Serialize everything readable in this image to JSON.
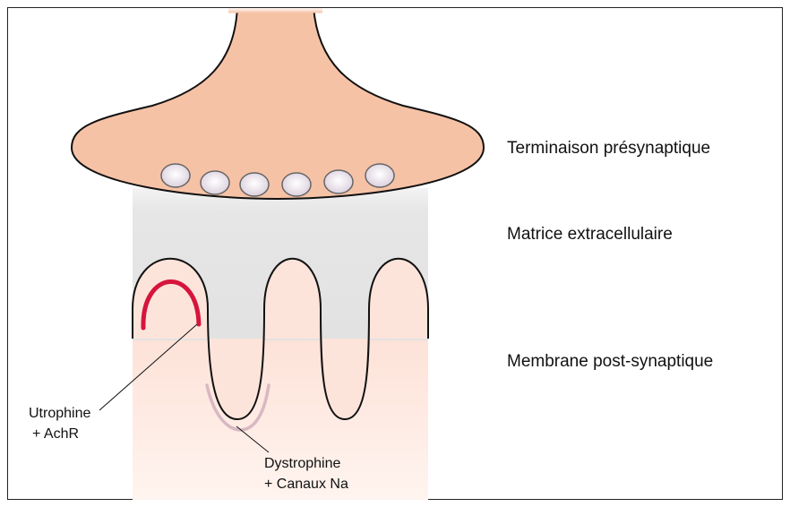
{
  "labels": {
    "presynaptic": "Terminaison présynaptique",
    "extracellular_matrix": "Matrice extracellulaire",
    "postsynaptic_membrane": "Membrane post-synaptique",
    "utrophine_line1": "Utrophine",
    "utrophine_line2": "+ AchR",
    "dystrophine_line1": "Dystrophine",
    "dystrophine_line2": "+ Canaux Na"
  },
  "colors": {
    "terminal_fill": "#f6c2a6",
    "matrix_fill": "#e4e4e4",
    "postsynaptic_fill": "#fde8df",
    "utrophine_arc": "#d6143c",
    "dystrophine_arc": "#d8b8c2",
    "vesicle_fill": "#ece6ee",
    "outline": "#111111"
  },
  "vesicles": 6
}
